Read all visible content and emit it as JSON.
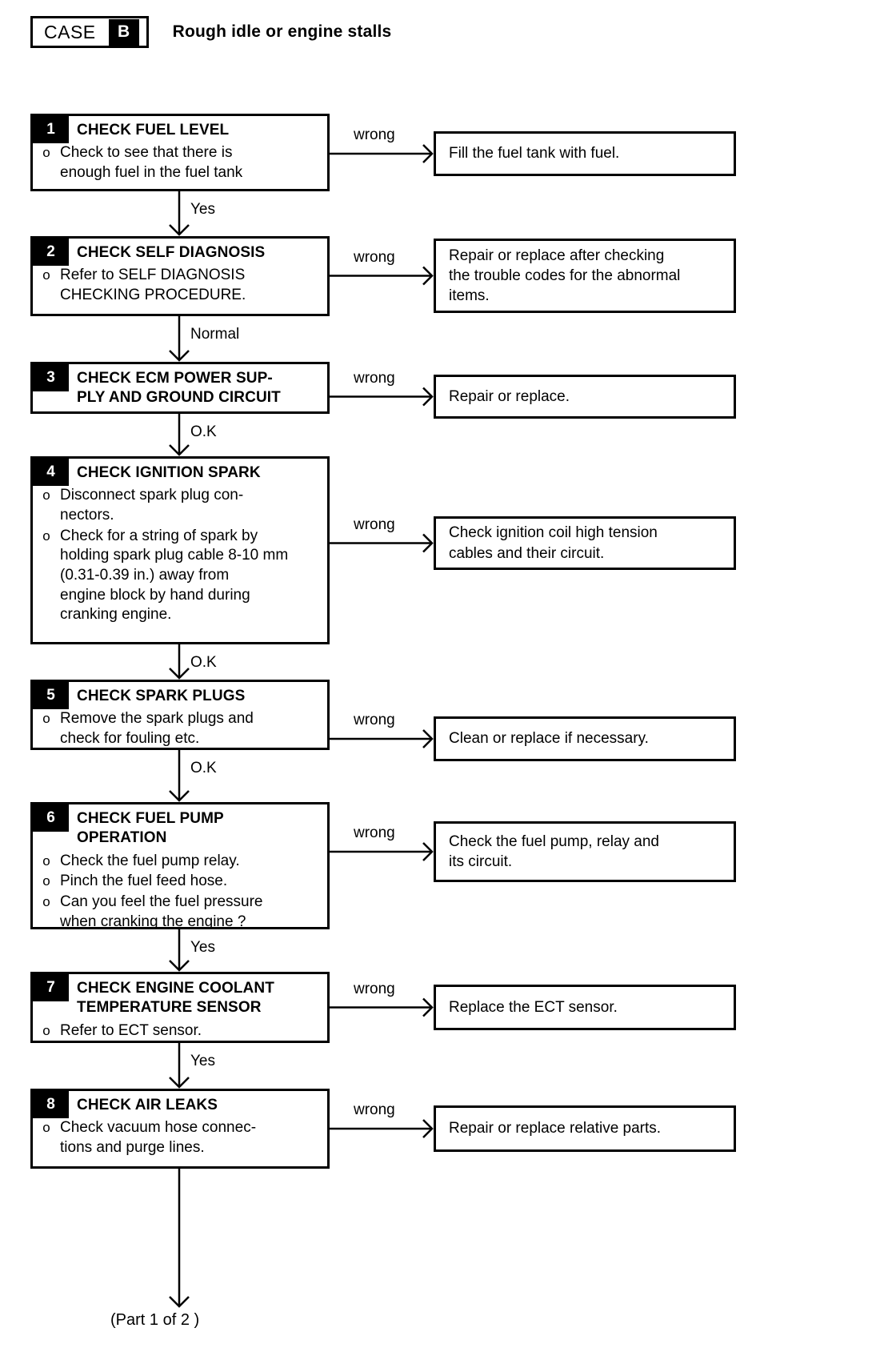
{
  "header": {
    "case_word": "CASE",
    "case_letter": "B",
    "title": "Rough idle or engine stalls"
  },
  "footer": {
    "part_label": "(Part 1 of 2 )"
  },
  "labels": {
    "wrong": "wrong",
    "yes": "Yes",
    "normal": "Normal",
    "ok": "O.K"
  },
  "steps": [
    {
      "num": "1",
      "title": "CHECK FUEL LEVEL",
      "bullets": [
        "Check to see that there is\nenough fuel in the fuel tank"
      ],
      "branch_label": "wrong",
      "result": "Fill the fuel tank with fuel.",
      "down_label": "Yes"
    },
    {
      "num": "2",
      "title": "CHECK SELF DIAGNOSIS",
      "bullets": [
        "Refer to SELF DIAGNOSIS\nCHECKING PROCEDURE."
      ],
      "branch_label": "wrong",
      "result": "Repair or replace after checking\nthe trouble codes for the abnormal\nitems.",
      "down_label": "Normal"
    },
    {
      "num": "3",
      "title": "CHECK ECM POWER SUP-\nPLY AND GROUND CIRCUIT",
      "bullets": [],
      "branch_label": "wrong",
      "result": "Repair or replace.",
      "down_label": "O.K"
    },
    {
      "num": "4",
      "title": "CHECK IGNITION SPARK",
      "bullets": [
        "Disconnect spark plug con-\nnectors.",
        "Check for a string of spark by\nholding spark plug cable 8-10 mm\n(0.31-0.39 in.) away from\nengine block by hand during\ncranking engine."
      ],
      "branch_label": "wrong",
      "result": "Check ignition coil high tension\ncables and their circuit.",
      "down_label": "O.K"
    },
    {
      "num": "5",
      "title": "CHECK SPARK PLUGS",
      "bullets": [
        "Remove the spark plugs and\ncheck for fouling etc."
      ],
      "branch_label": "wrong",
      "result": "Clean or replace if necessary.",
      "down_label": "O.K"
    },
    {
      "num": "6",
      "title": "CHECK FUEL PUMP\nOPERATION",
      "bullets": [
        "Check the fuel pump relay.",
        "Pinch the fuel feed hose.",
        "Can you feel the fuel pressure\nwhen cranking the engine ?"
      ],
      "branch_label": "wrong",
      "result": "Check the fuel pump, relay and\nits circuit.",
      "down_label": "Yes"
    },
    {
      "num": "7",
      "title": "CHECK ENGINE COOLANT\nTEMPERATURE SENSOR",
      "bullets": [
        "Refer to ECT sensor."
      ],
      "branch_label": "wrong",
      "result": "Replace the ECT sensor.",
      "down_label": "Yes"
    },
    {
      "num": "8",
      "title": "CHECK AIR LEAKS",
      "bullets": [
        "Check vacuum hose connec-\ntions and purge lines."
      ],
      "branch_label": "wrong",
      "result": "Repair or replace relative parts.",
      "down_label": ""
    }
  ],
  "geometry": {
    "step_tops": [
      142,
      295,
      452,
      570,
      849,
      1002,
      1214,
      1360
    ],
    "step_heights": [
      97,
      100,
      65,
      235,
      88,
      159,
      89,
      100
    ],
    "result_tops": [
      164,
      298,
      468,
      645,
      895,
      1026,
      1230,
      1381
    ],
    "result_heights": [
      56,
      93,
      55,
      67,
      56,
      76,
      57,
      58
    ],
    "bullet_colors": {
      "ink": "#000000",
      "paper": "#ffffff"
    }
  },
  "icons": {
    "arrow_down": "arrow-down-icon",
    "arrow_right": "arrow-right-icon"
  }
}
